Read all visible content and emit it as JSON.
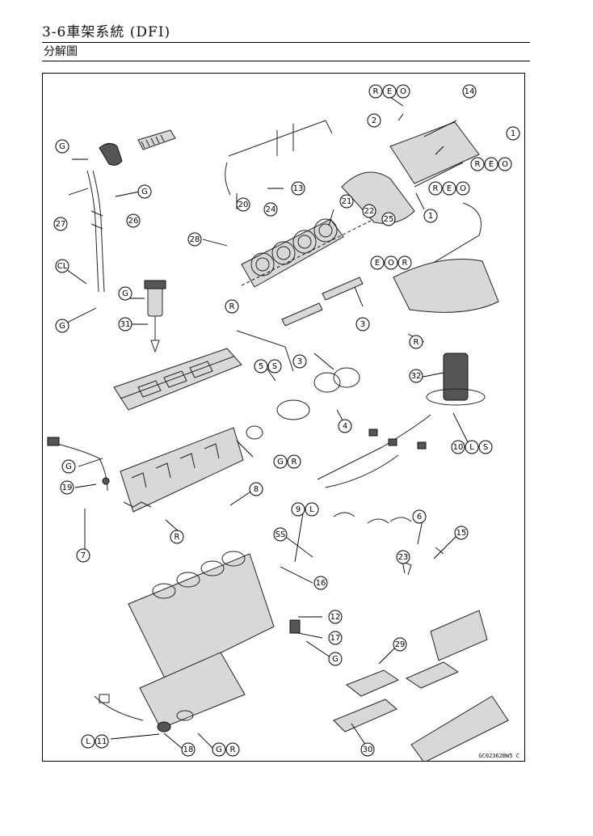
{
  "header": {
    "title": "3-6車架系統 (DFI)",
    "section": "分解圖"
  },
  "diagram": {
    "code": "GC02362BW5 C",
    "labels": [
      {
        "name": "label-R-EO-top",
        "chars": [
          "R",
          "E",
          "O"
        ]
      },
      {
        "name": "label-14",
        "chars": [
          "14"
        ]
      },
      {
        "name": "label-2",
        "chars": [
          "2"
        ]
      },
      {
        "name": "label-1-right",
        "chars": [
          "1"
        ]
      },
      {
        "name": "label-R-EO-right",
        "chars": [
          "R",
          "E",
          "O"
        ]
      },
      {
        "name": "label-R-EO-mid",
        "chars": [
          "R",
          "E",
          "O"
        ]
      },
      {
        "name": "label-1-mid",
        "chars": [
          "1"
        ]
      },
      {
        "name": "label-G-top",
        "chars": [
          "G"
        ]
      },
      {
        "name": "label-G-grip",
        "chars": [
          "G"
        ]
      },
      {
        "name": "label-20",
        "chars": [
          "20"
        ]
      },
      {
        "name": "label-13",
        "chars": [
          "13"
        ]
      },
      {
        "name": "label-21",
        "chars": [
          "21"
        ]
      },
      {
        "name": "label-24",
        "chars": [
          "24"
        ]
      },
      {
        "name": "label-22",
        "chars": [
          "22"
        ]
      },
      {
        "name": "label-25",
        "chars": [
          "25"
        ]
      },
      {
        "name": "label-27",
        "chars": [
          "27"
        ]
      },
      {
        "name": "label-26",
        "chars": [
          "26"
        ]
      },
      {
        "name": "label-28",
        "chars": [
          "28"
        ]
      },
      {
        "name": "label-EO-R",
        "chars": [
          "E",
          "O",
          "R"
        ]
      },
      {
        "name": "label-CL",
        "chars": [
          "CL"
        ]
      },
      {
        "name": "label-G-coil",
        "chars": [
          "G"
        ]
      },
      {
        "name": "label-R-throttle",
        "chars": [
          "R"
        ]
      },
      {
        "name": "label-3-right",
        "chars": [
          "3"
        ]
      },
      {
        "name": "label-G-left",
        "chars": [
          "G"
        ]
      },
      {
        "name": "label-31",
        "chars": [
          "31"
        ]
      },
      {
        "name": "label-R-pump",
        "chars": [
          "R"
        ]
      },
      {
        "name": "label-3-mid",
        "chars": [
          "3"
        ]
      },
      {
        "name": "label-5-S",
        "chars": [
          "5",
          "S"
        ]
      },
      {
        "name": "label-32",
        "chars": [
          "32"
        ]
      },
      {
        "name": "label-4",
        "chars": [
          "4"
        ]
      },
      {
        "name": "label-10-L-S",
        "chars": [
          "10",
          "L",
          "S"
        ]
      },
      {
        "name": "label-G-R-mid",
        "chars": [
          "G",
          "R"
        ]
      },
      {
        "name": "label-G-sensor",
        "chars": [
          "G"
        ]
      },
      {
        "name": "label-19",
        "chars": [
          "19"
        ]
      },
      {
        "name": "label-8",
        "chars": [
          "8"
        ]
      },
      {
        "name": "label-9-L",
        "chars": [
          "9",
          "L"
        ]
      },
      {
        "name": "label-6",
        "chars": [
          "6"
        ]
      },
      {
        "name": "label-R-head",
        "chars": [
          "R"
        ]
      },
      {
        "name": "label-SS",
        "chars": [
          "SS"
        ]
      },
      {
        "name": "label-15",
        "chars": [
          "15"
        ]
      },
      {
        "name": "label-7",
        "chars": [
          "7"
        ]
      },
      {
        "name": "label-23",
        "chars": [
          "23"
        ]
      },
      {
        "name": "label-16",
        "chars": [
          "16"
        ]
      },
      {
        "name": "label-12",
        "chars": [
          "12"
        ]
      },
      {
        "name": "label-17",
        "chars": [
          "17"
        ]
      },
      {
        "name": "label-G-crank",
        "chars": [
          "G"
        ]
      },
      {
        "name": "label-29",
        "chars": [
          "29"
        ]
      },
      {
        "name": "label-L-11",
        "chars": [
          "L",
          "11"
        ]
      },
      {
        "name": "label-18",
        "chars": [
          "18"
        ]
      },
      {
        "name": "label-G-R-bottom",
        "chars": [
          "G",
          "R"
        ]
      },
      {
        "name": "label-30",
        "chars": [
          "30"
        ]
      }
    ]
  }
}
